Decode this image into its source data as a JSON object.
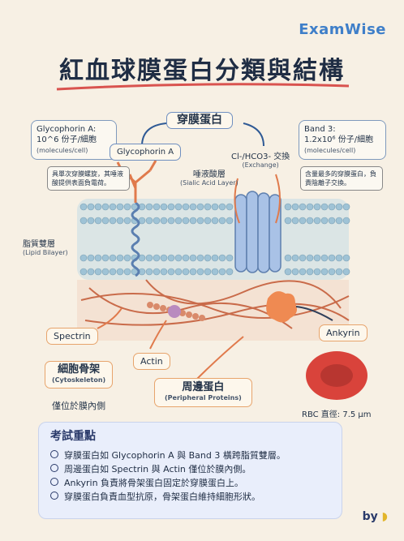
{
  "brand": "ExamWise",
  "title": "紅血球膜蛋白分類與結構",
  "transmembrane": {
    "label": "穿膜蛋白"
  },
  "glycophorin": {
    "heading": "Glycophorin A:",
    "count": "10^6 份子/細胞",
    "unit": "(molecules/cell)",
    "label": "Glycophorin A",
    "note": "具單次穿膜螺旋，其唾液酸提供表面負電荷。"
  },
  "sialic": {
    "label": "唾液酸層",
    "sub": "(Sialic Acid Layer)"
  },
  "exchange": {
    "label": "Cl-/HCO3- 交換",
    "sub": "(Exchange)"
  },
  "band3": {
    "heading": "Band 3:",
    "count": "1.2x10⁶ 份子/細胞",
    "unit": "(molecules/cell)",
    "note": "含量最多的穿膜蛋白，負責陰離子交換。"
  },
  "lipid": {
    "label": "脂質雙層",
    "sub": "(Lipid Bilayer)"
  },
  "spectrin": {
    "label": "Spectrin"
  },
  "actin": {
    "label": "Actin"
  },
  "ankyrin": {
    "label": "Ankyrin"
  },
  "cytoskeleton": {
    "label": "細胞骨架",
    "sub": "(Cytoskeleton)",
    "note": "僅位於膜內側"
  },
  "peripheral": {
    "label": "周邊蛋白",
    "sub": "(Peripheral Proteins)"
  },
  "rbc": {
    "label": "RBC 直徑: 7.5 μm"
  },
  "key_points": {
    "heading": "考試重點",
    "items": [
      "穿膜蛋白如 Glycophorin A 與 Band 3 橫跨脂質雙層。",
      "周邊蛋白如 Spectrin 與 Actin 僅位於膜內側。",
      "Ankyrin 負責將骨架蛋白固定於穿膜蛋白上。",
      "穿膜蛋白負責血型抗原，骨架蛋白維持細胞形狀。"
    ]
  },
  "credit": "by"
}
